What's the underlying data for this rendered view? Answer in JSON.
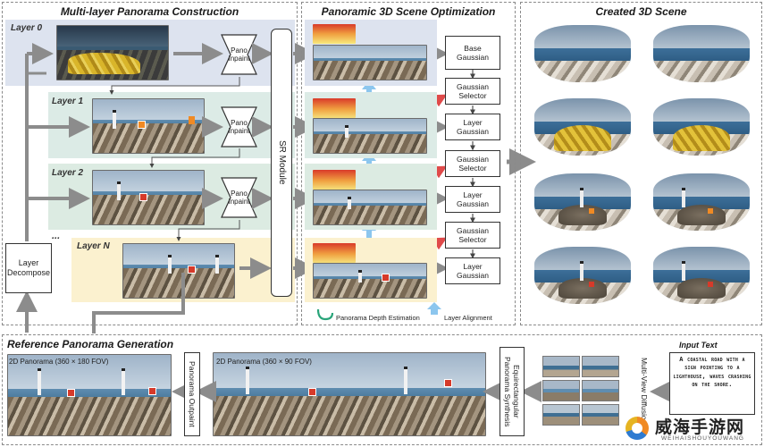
{
  "sections": {
    "construction": "Multi-layer Panorama Construction",
    "optimization": "Panoramic 3D Scene Optimization",
    "created": "Created 3D Scene",
    "reference": "Reference Panorama Generation",
    "input": "Input Text"
  },
  "layers": {
    "layer0": "Layer 0",
    "layer1": "Layer 1",
    "layer2": "Layer 2",
    "ellipsis": "...",
    "layerN": "Layer N"
  },
  "modules": {
    "pano_inpaint": "Pano\nInpaint",
    "sr_module": "SR Module",
    "layer_decompose": "Layer\nDecompose",
    "base_gaussian": "Base\nGaussian",
    "gaussian_selector": "Gaussian\nSelector",
    "layer_gaussian": "Layer\nGaussian",
    "pano_outpaint": "Panorama Outpaint",
    "equirect": "Equirectangular\nPanorama Synthesis",
    "multiview": "Multi-View Diffusion"
  },
  "legend": {
    "depth": "Panorama Depth Estimation",
    "alignment": "Layer Alignment"
  },
  "captions": {
    "pano_360_180": "2D Panorama (360 × 180 FOV)",
    "pano_360_90": "2D Panorama (360 × 90 FOV)"
  },
  "input_text": "A coastal road with a sign pointing to a lighthouse, waves crashing on the shore.",
  "watermark": {
    "main": "威海手游网",
    "sub": "WEIHAISHOUYOUWANG"
  },
  "colors": {
    "layer0_band": "#dde3ef",
    "layer1_band": "#dcebe6",
    "layer2_band": "#dcebe2",
    "layerN_band": "#fbf1cf",
    "arrow_gray": "#8c8c8c",
    "arrow_red": "#e04a4a",
    "arrow_blue": "#8cc6ee",
    "depth_green": "#2aa57a"
  }
}
